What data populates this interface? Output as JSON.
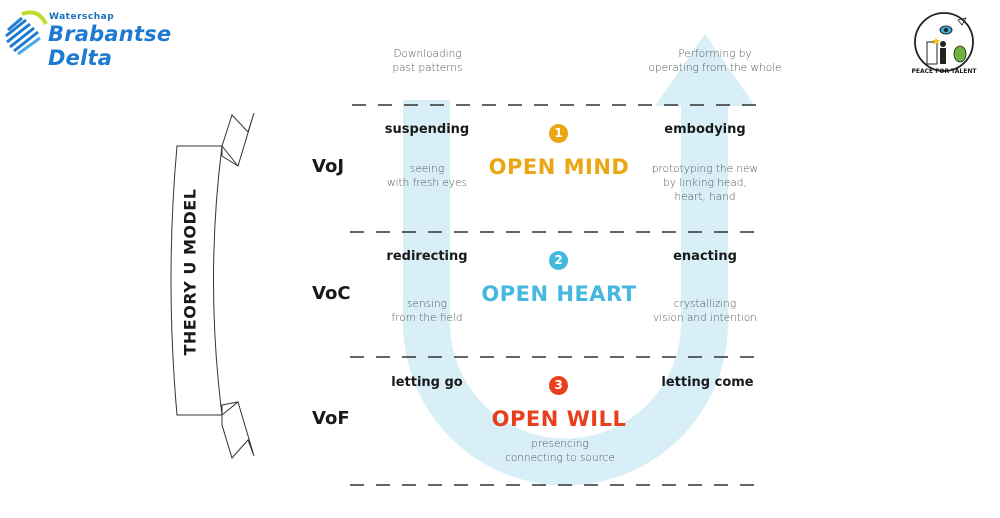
{
  "logos": {
    "left": {
      "line1": "Waterschap",
      "line2": "Brabantse Delta",
      "icon": "waves-logo-icon",
      "colors": {
        "blue": "#1e7ad0",
        "lime": "#c5d82e"
      }
    },
    "right": {
      "caption": "PEACE FOR TALENT",
      "icon": "peace-for-talent-logo-icon"
    }
  },
  "banner": {
    "label": "THEORY U MODEL",
    "icon": "ribbon-banner-icon"
  },
  "u_shape": {
    "color": "#d9eff7",
    "arrow_icon": "arrow-up-icon"
  },
  "top_labels": {
    "left": [
      "Downloading",
      "past patterns"
    ],
    "right": [
      "Performing by",
      "operating from the whole"
    ]
  },
  "levels": [
    {
      "code": "VoJ",
      "number": "1",
      "title": "OPEN MIND",
      "color": "#eaa613",
      "left_verb": "suspending",
      "left_desc": [
        "seeing",
        "with fresh eyes"
      ],
      "right_verb": "embodying",
      "right_desc": [
        "prototyping the new",
        "by linking head,",
        "heart, hand"
      ]
    },
    {
      "code": "VoC",
      "number": "2",
      "title": "OPEN HEART",
      "color": "#45b8e0",
      "left_verb": "redirecting",
      "left_desc": [
        "sensing",
        "from the field"
      ],
      "right_verb": "enacting",
      "right_desc": [
        "crystallizing",
        "vision and intention"
      ]
    },
    {
      "code": "VoF",
      "number": "3",
      "title": "OPEN WILL",
      "color": "#e8401c",
      "left_verb": "letting go",
      "left_desc": [],
      "right_verb": "letting come",
      "right_desc": [],
      "center_desc": [
        "presencing",
        "connecting to source"
      ]
    }
  ]
}
